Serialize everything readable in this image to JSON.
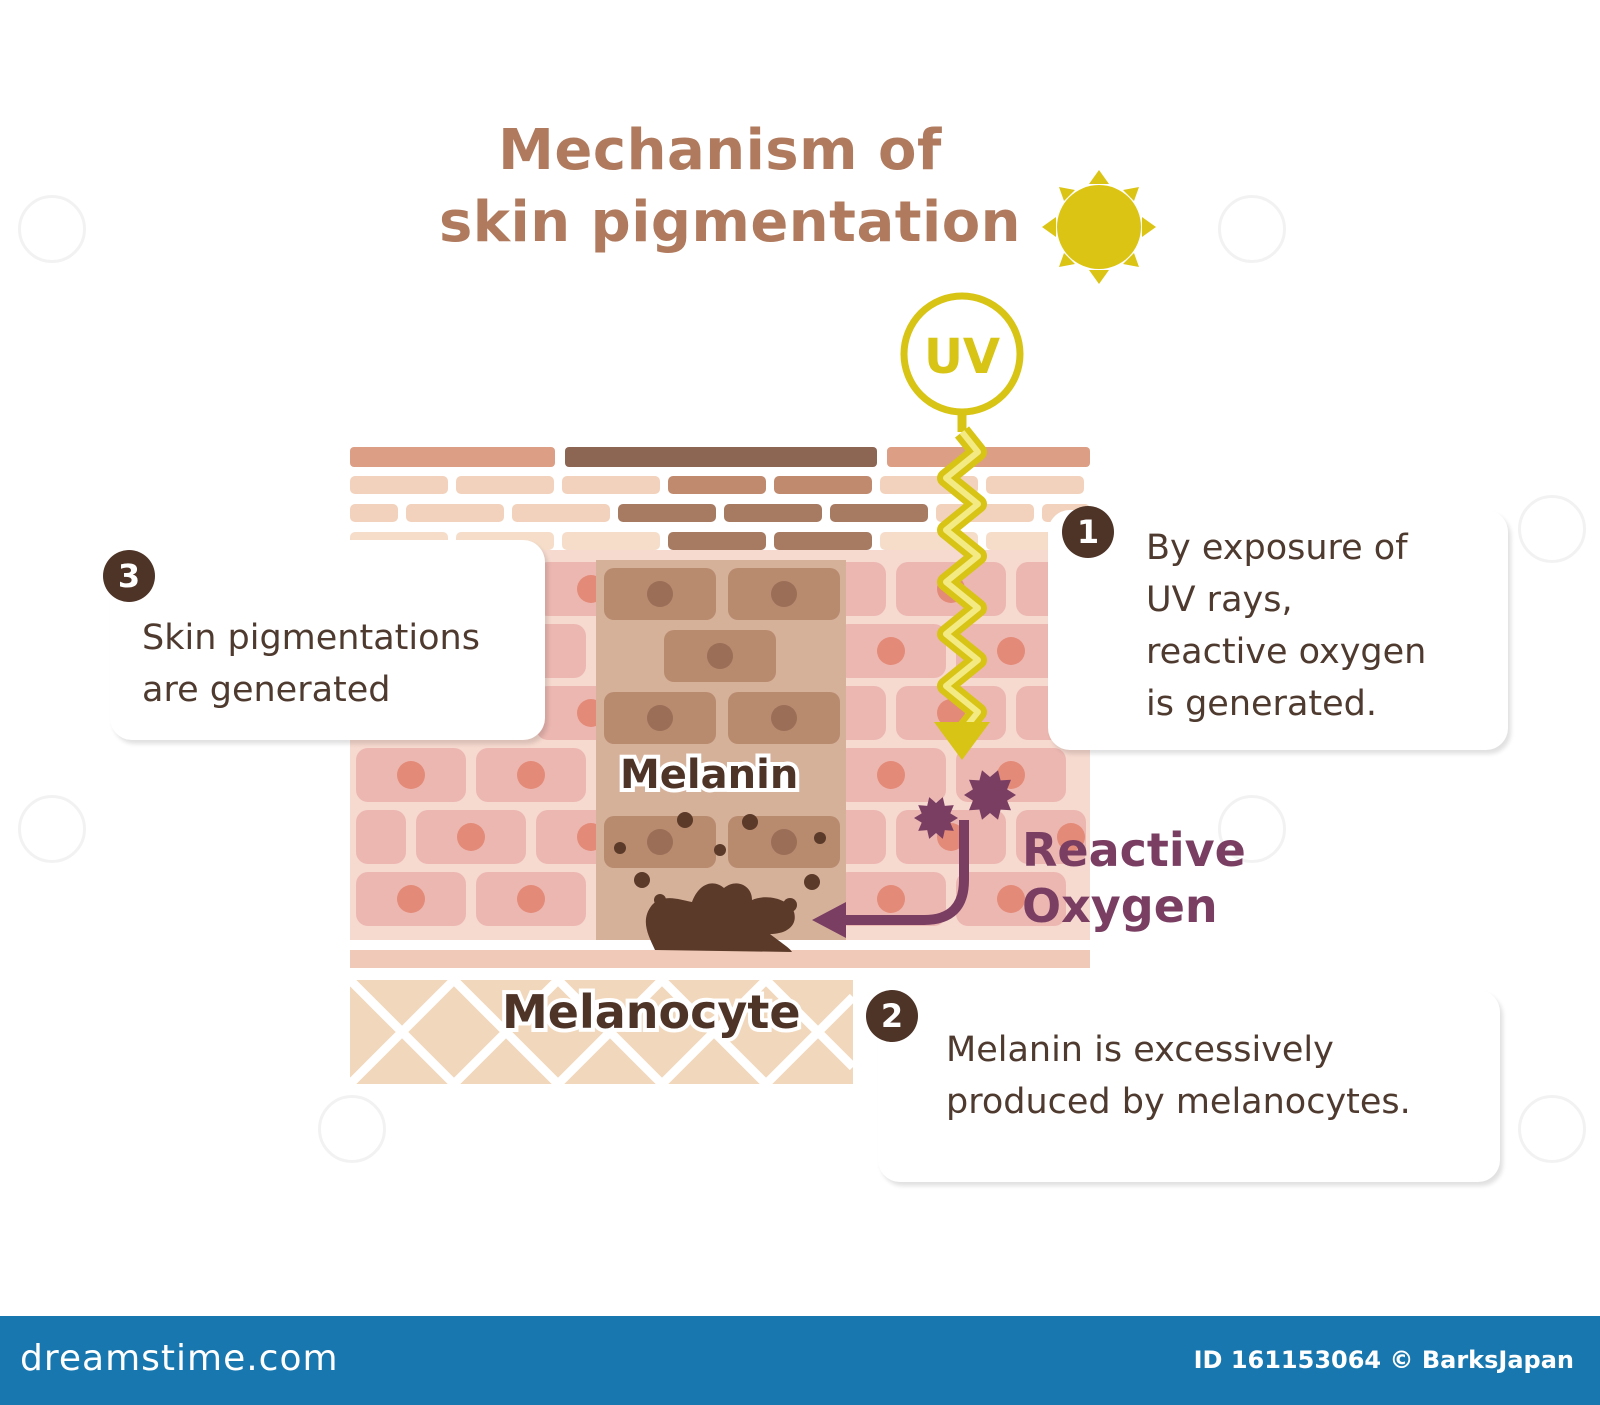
{
  "title": {
    "line1": "Mechanism of",
    "line2": "skin pigmentation"
  },
  "labels": {
    "uv": "UV",
    "melanin": "Melanin",
    "melanocyte": "Melanocyte",
    "reactive_oxygen_line1": "Reactive",
    "reactive_oxygen_line2": "Oxygen"
  },
  "steps": [
    {
      "number": "1",
      "text": "By exposure of\nUV rays,\nreactive oxygen\nis generated."
    },
    {
      "number": "2",
      "text": "Melanin is excessively\nproduced by melanocytes."
    },
    {
      "number": "3",
      "text": "Skin pigmentations\nare generated"
    }
  ],
  "footer": {
    "logo": "dreamstime.com",
    "id_credit": "ID 161153064 © BarksJapan"
  },
  "colors": {
    "title": "#b07a5e",
    "sun": "#dcc414",
    "uv_ring": "#d7c414",
    "reactive_oxygen": "#7a3e63",
    "melanin_dark": "#4e3327",
    "skin_pink": "#ecb7b1",
    "cell_nucleus": "#e48a78",
    "footer_bg": "#1877ae"
  },
  "icons": {
    "sun": "sun-icon",
    "reactive_oxygen_particles": "star-burst-icon",
    "arrow": "curved-arrow-icon"
  }
}
